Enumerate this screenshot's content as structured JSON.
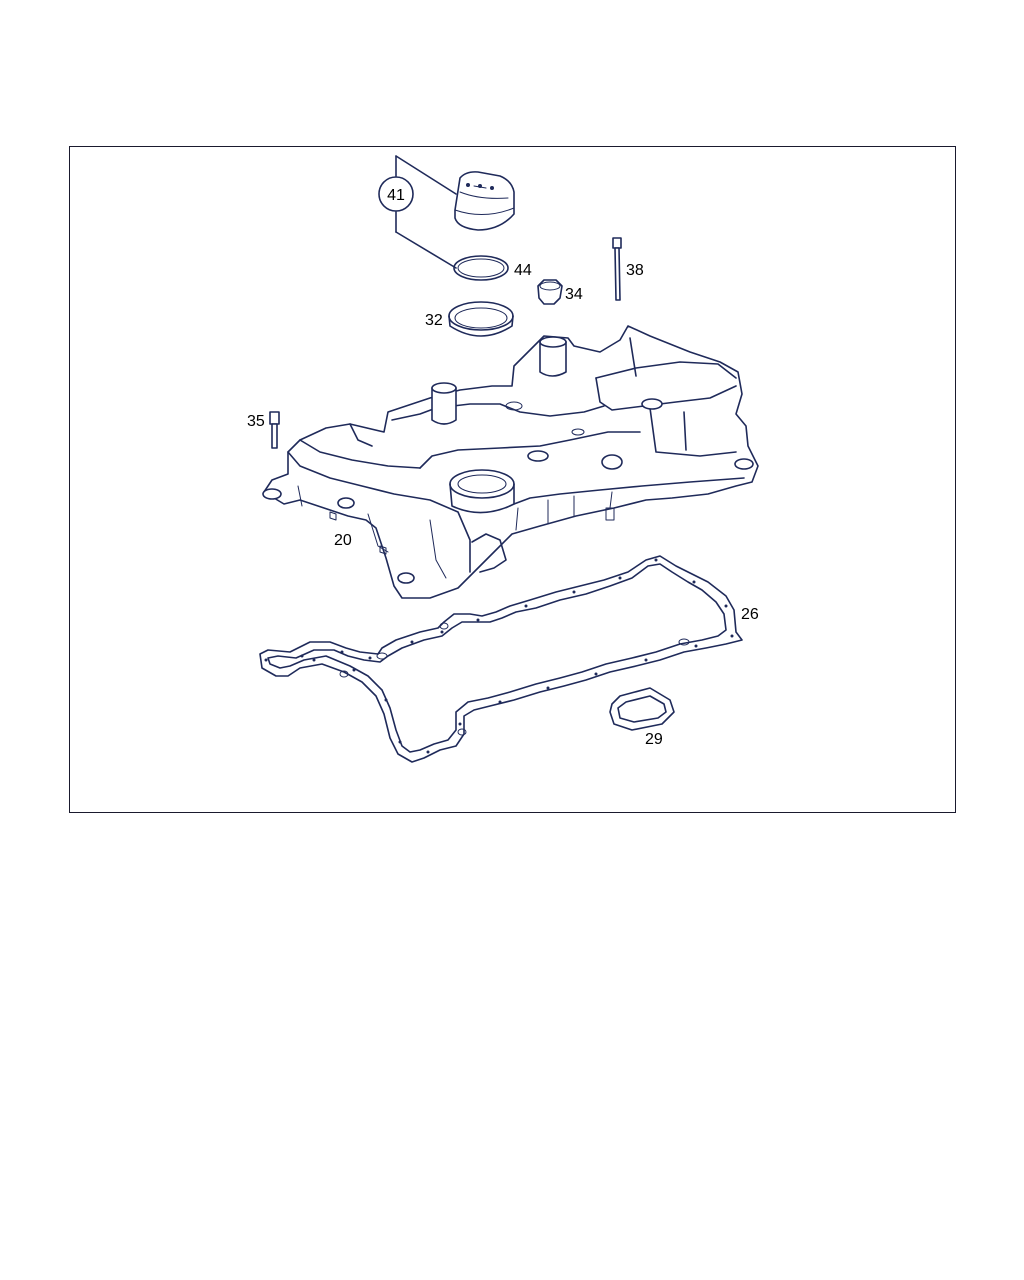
{
  "colors": {
    "line": "#1f2a5a",
    "frame": "#1a1a2e",
    "background": "#ffffff"
  },
  "callouts": {
    "p41": "41",
    "p44": "44",
    "p38": "38",
    "p34": "34",
    "p32": "32",
    "p35": "35",
    "p20": "20",
    "p26": "26",
    "p29": "29"
  }
}
